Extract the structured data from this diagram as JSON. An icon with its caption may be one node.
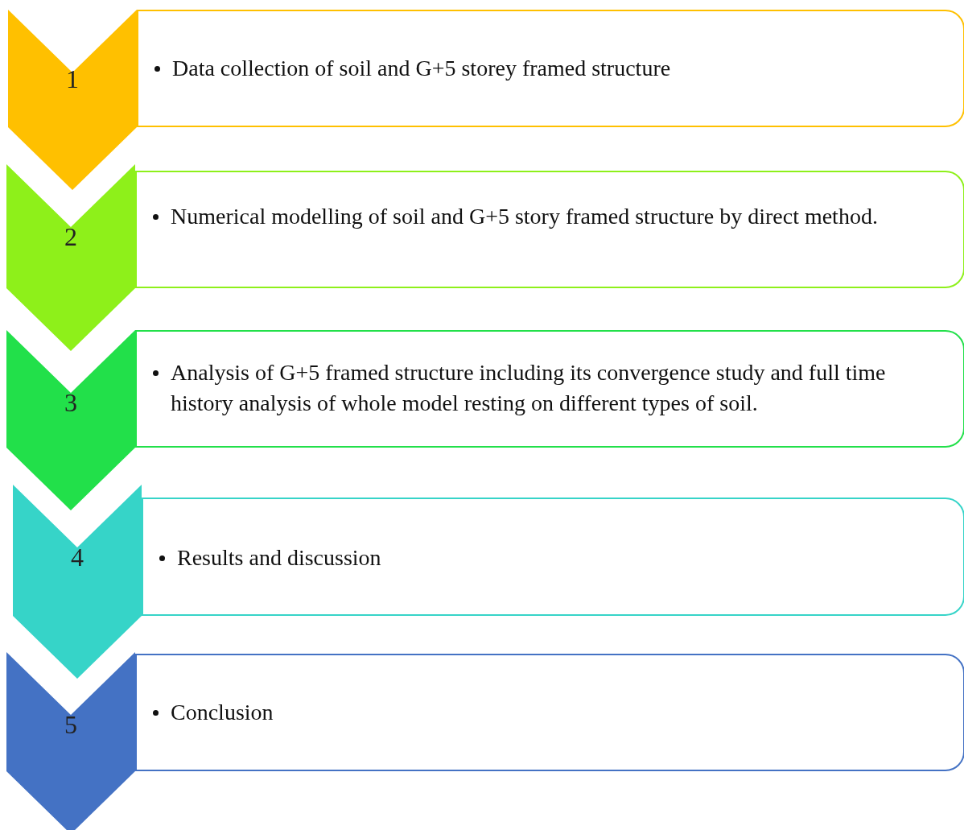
{
  "diagram": {
    "nodes": [
      {
        "text": [
          "1"
        ]
      },
      {
        "text": [
          "Data collection of soil and G+5 storey framed structure"
        ]
      },
      {
        "text": [
          "2"
        ]
      },
      {
        "text": [
          "Numerical modelling of soil and G+5 story framed structure by direct method."
        ]
      },
      {
        "text": [
          "3"
        ]
      },
      {
        "text": [
          "Analysis of G+5 framed structure including its convergence study and full time history analysis of whole model resting on different types of soil."
        ]
      },
      {
        "text": [
          "4"
        ]
      },
      {
        "text": [
          "Results and discussion"
        ]
      },
      {
        "text": [
          "5"
        ]
      },
      {
        "text": [
          "Conclusion"
        ]
      }
    ]
  }
}
